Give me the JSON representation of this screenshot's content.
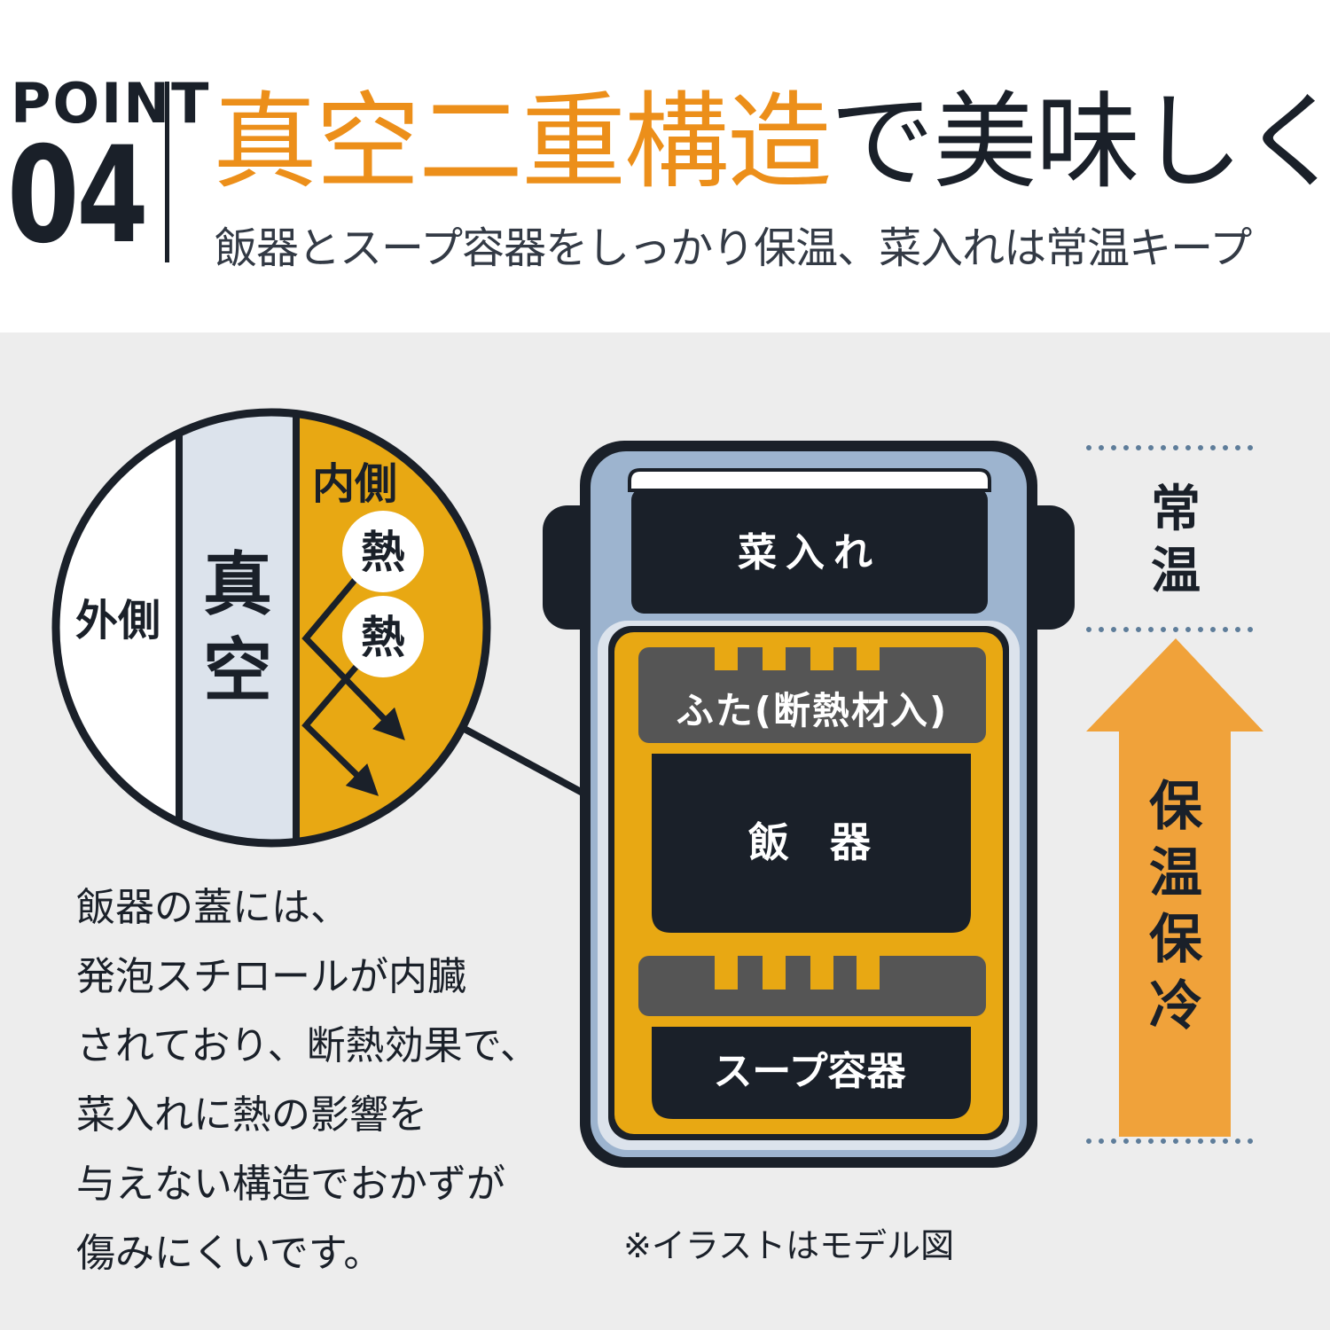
{
  "header": {
    "point_label": "POINT",
    "point_number": "04",
    "headline_highlight": "真空二重構造",
    "headline_rest": "で美味しく",
    "subtitle": "飯器とスープ容器をしっかり保温、菜入れは常温キープ"
  },
  "circle": {
    "outer_label": "外側",
    "vacuum_label_1": "真",
    "vacuum_label_2": "空",
    "inner_label": "内側",
    "heat_1": "熱",
    "heat_2": "熱"
  },
  "container": {
    "side_dish": "菜入れ",
    "lid": "ふた(断熱材入)",
    "rice_bowl": "飯　器",
    "soup": "スープ容器"
  },
  "temperature": {
    "room_temp_1": "常",
    "room_temp_2": "温",
    "keep_1": "保",
    "keep_2": "温",
    "keep_3": "保",
    "keep_4": "冷"
  },
  "description": [
    "飯器の蓋には、",
    "発泡スチロールが内臓",
    "されており、断熱効果で、",
    "菜入れに熱の影響を",
    "与えない構造でおかずが",
    "傷みにくいです。"
  ],
  "note": "※イラストはモデル図",
  "colors": {
    "orange": "#ec8f1a",
    "amber": "#e8a813",
    "navy": "#1a2029",
    "blue_gray": "#9db4cf",
    "light_blue": "#dce3ec",
    "gray_lid": "#555555",
    "arrow": "#f0a23a",
    "dots": "#5e7d9a"
  }
}
